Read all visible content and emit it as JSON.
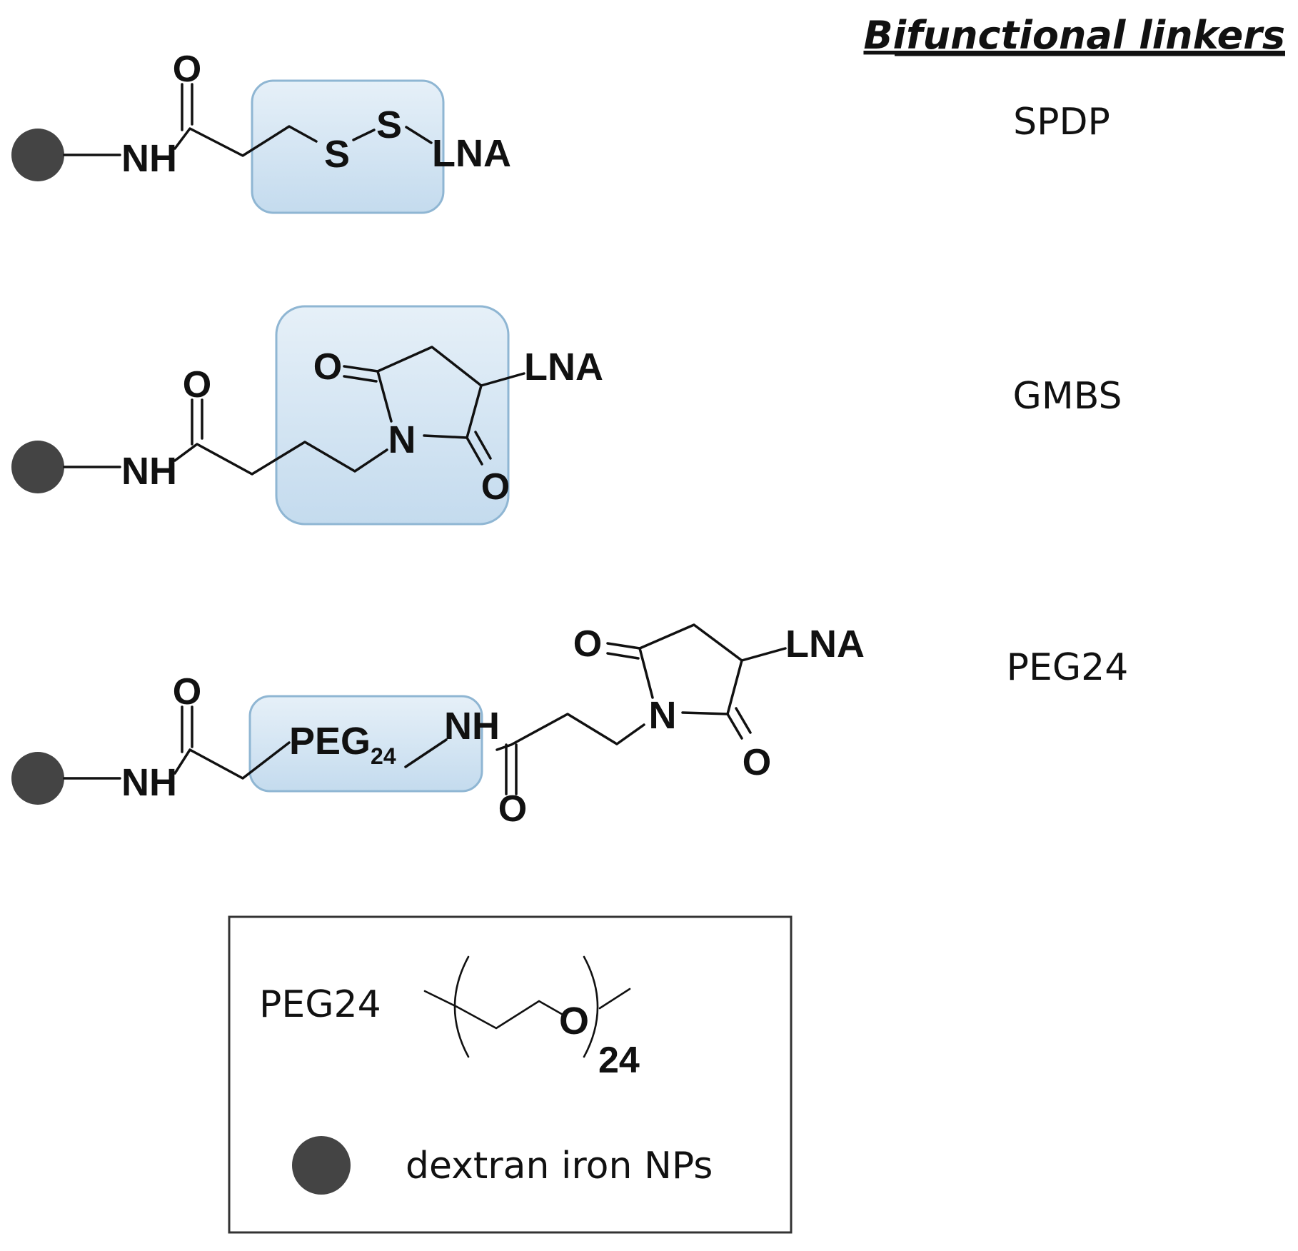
{
  "header": {
    "title": "Bifunctional linkers"
  },
  "atoms": {
    "nh": "NH",
    "o": "O",
    "s": "S",
    "n": "N",
    "lna": "LNA",
    "peg": "PEG",
    "peg_sub": "24"
  },
  "linkers": [
    {
      "name": "SPDP"
    },
    {
      "name": "GMBS"
    },
    {
      "name": "PEG24"
    }
  ],
  "legend": {
    "peg_label": "PEG24",
    "repeat_o": "O",
    "repeat_n": "24",
    "np_label": "dextran iron NPs"
  },
  "colors": {
    "nanoparticle": "#444444",
    "highlight_fill": "#d4e6f4",
    "highlight_border": "#8fb6d3"
  }
}
